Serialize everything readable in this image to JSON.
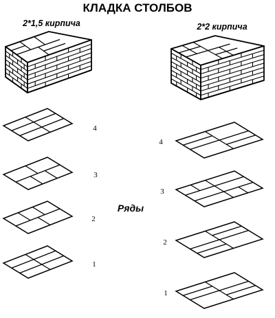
{
  "title": "КЛАДКА СТОЛБОВ",
  "left": {
    "label": "2*1,5 кирпича",
    "rows": [
      {
        "number": "4",
        "pattern": "four-cross"
      },
      {
        "number": "3",
        "pattern": "split-four"
      },
      {
        "number": "2",
        "pattern": "split-four-rev"
      },
      {
        "number": "1",
        "pattern": "four-cross"
      }
    ]
  },
  "right": {
    "label": "2*2 кирпича",
    "rows": [
      {
        "number": "4",
        "pattern": "five-a"
      },
      {
        "number": "3",
        "pattern": "five-b"
      },
      {
        "number": "2",
        "pattern": "five-c"
      },
      {
        "number": "1",
        "pattern": "five-a"
      }
    ]
  },
  "rows_label": "Ряды"
}
